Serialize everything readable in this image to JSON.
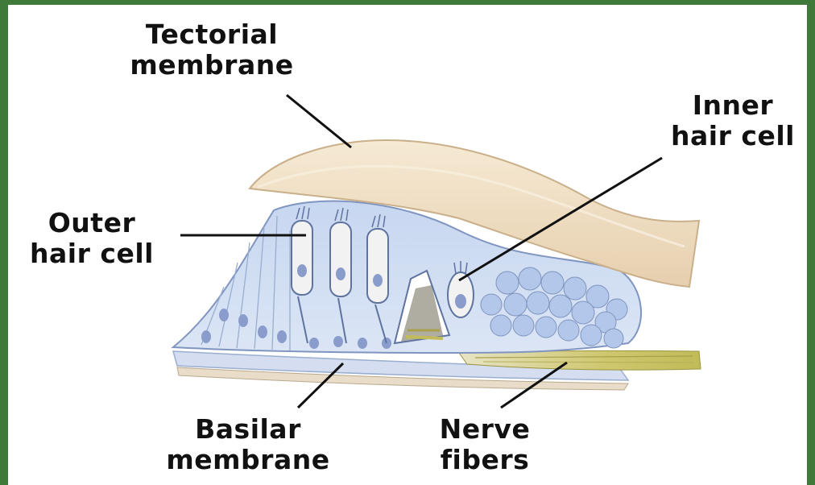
{
  "labels": {
    "tectorial": [
      "Tectorial",
      "membrane"
    ],
    "inner": [
      "Inner",
      "hair cell"
    ],
    "outer": [
      "Outer",
      "hair cell"
    ],
    "basilar": [
      "Basilar",
      "membrane"
    ],
    "nerve": [
      "Nerve",
      "fibers"
    ]
  },
  "colors": {
    "border": "#3f7a3a",
    "background": "#ffffff",
    "tectorial_membrane": "#eedcc0",
    "support_cells": "#b9cdec",
    "hair_cells": "#f2f2f2",
    "nerve_fibers": "#c8c26a",
    "label_text": "#111111"
  }
}
